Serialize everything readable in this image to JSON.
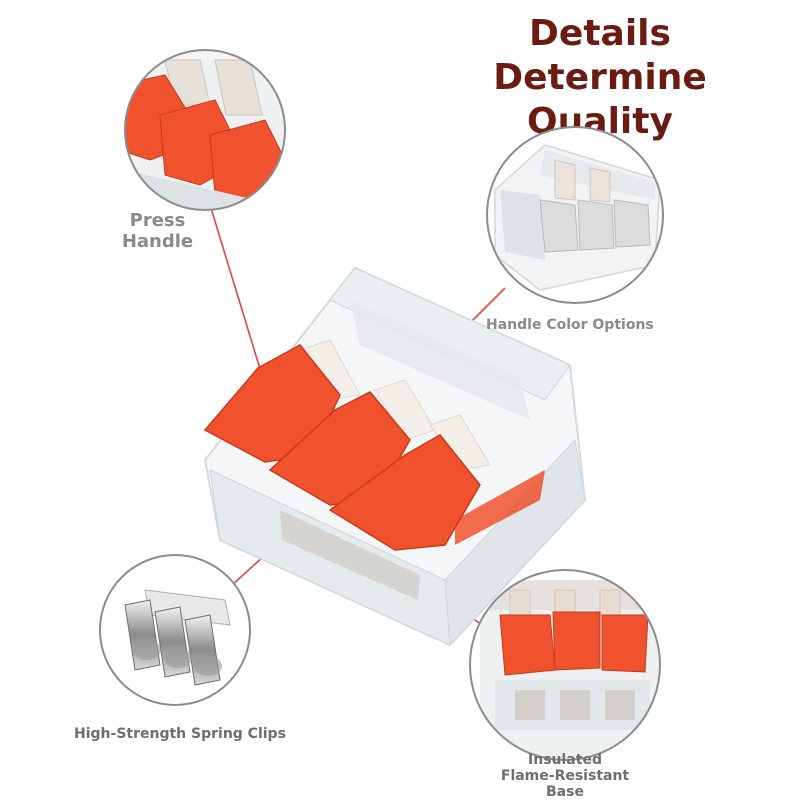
{
  "header": {
    "title_line1": "Details Determine",
    "title_line2": "Quality"
  },
  "callouts": {
    "press_handle_line1": "Press",
    "press_handle_line2": "Handle",
    "handle_color_options": "Handle Color Options",
    "spring_clips": "High-Strength Spring Clips",
    "base_line1": "Insulated",
    "base_line2": "Flame-Resistant",
    "base_line3": "Base"
  },
  "colors": {
    "title": "#6b1c12",
    "handle_orange": "#f0522e",
    "callout_line": "#e0463a",
    "ring": "#8c8c8c",
    "label": "#8a8a8a"
  }
}
